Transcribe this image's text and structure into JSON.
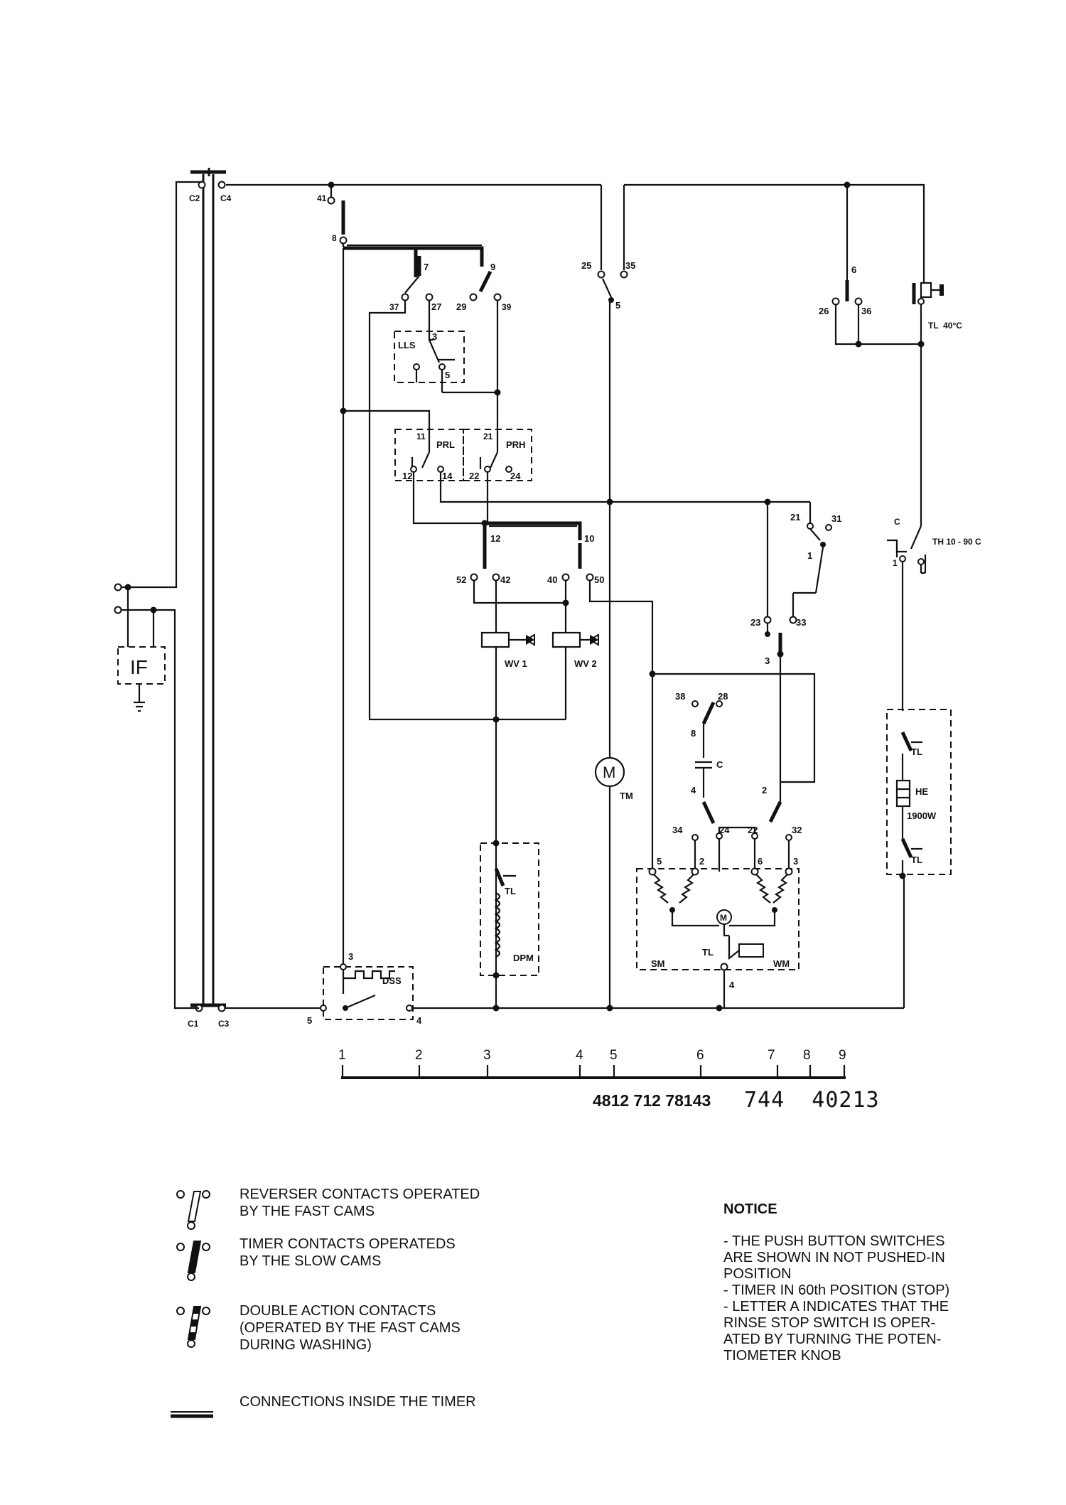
{
  "diagram": {
    "terminals": {
      "c2": "C2",
      "c4": "C4",
      "c1": "C1",
      "c3": "C3"
    },
    "filter_label": "IF",
    "timer_contacts": {
      "n41": "41",
      "n8": "8",
      "n7": "7",
      "n9": "9",
      "n37": "37",
      "n27": "27",
      "n29": "29",
      "n39": "39",
      "n25": "25",
      "n35": "35",
      "n5": "5",
      "n6": "6",
      "n26": "26",
      "n36": "36",
      "n12": "12",
      "n10": "10",
      "n52": "52",
      "n42": "42",
      "n40": "40",
      "n50": "50",
      "n21": "21",
      "n31": "31",
      "n1": "1",
      "n23": "23",
      "n33": "33",
      "n3": "3",
      "n38": "38",
      "n28": "28",
      "n8b": "8",
      "n4": "4",
      "n2": "2",
      "n34": "34",
      "n24": "24",
      "n22": "22",
      "n32": "32"
    },
    "components": {
      "lls": "LLS",
      "lls_c": "3",
      "lls_5": "5",
      "prl": "PRL",
      "prl_11": "11",
      "prl_12": "12",
      "prl_14": "14",
      "prh": "PRH",
      "prh_21": "21",
      "prh_22": "22",
      "prh_24": "24",
      "wv1": "WV 1",
      "wv2": "WV 2",
      "tm": "TM",
      "motor_symbol": "M",
      "capacitor": "C",
      "dpm": "DPM",
      "dpm_tl": "TL",
      "dss": "DSS",
      "dss_3": "3",
      "dss_5": "5",
      "dss_4": "4",
      "tl40": "TL  40°C",
      "th": "TH 10 - 90 C",
      "th_c": "C",
      "th_1": "1",
      "heater": "HE",
      "heater_power": "1900W",
      "heater_tl_top": "TL",
      "heater_tl_bottom": "TL",
      "sm": "SM",
      "wm": "WM",
      "motor_tl": "TL",
      "motor_m": "M",
      "motor_t5": "5",
      "motor_t2": "2",
      "motor_t6": "6",
      "motor_t3": "3",
      "motor_t4": "4"
    }
  },
  "ruler": {
    "ticks": [
      "1",
      "2",
      "3",
      "4",
      "5",
      "6",
      "7",
      "8",
      "9"
    ]
  },
  "codes": {
    "part_number": "4812 712 78143",
    "handwritten": "744  40213"
  },
  "legend": [
    {
      "text": "REVERSER CONTACTS OPERATED\nBY THE FAST CAMS",
      "icon": "reverser-contact-icon"
    },
    {
      "text": "TIMER CONTACTS OPERATEDS\nBY THE SLOW CAMS",
      "icon": "timer-contact-icon"
    },
    {
      "text": "DOUBLE ACTION CONTACTS\n(OPERATED BY THE FAST CAMS\nDURING WASHING)",
      "icon": "double-action-contact-icon"
    },
    {
      "text": "CONNECTIONS INSIDE THE TIMER",
      "icon": "timer-connection-icon"
    }
  ],
  "notice": {
    "title": "NOTICE",
    "lines": [
      "- THE PUSH BUTTON SWITCHES\n  ARE SHOWN IN NOT PUSHED-IN\n  POSITION",
      "- TIMER IN 60th POSITION (STOP)",
      "- LETTER A INDICATES THAT THE\n  RINSE STOP SWITCH IS OPER-\n  ATED BY TURNING THE POTEN-\n  TIOMETER KNOB"
    ]
  }
}
